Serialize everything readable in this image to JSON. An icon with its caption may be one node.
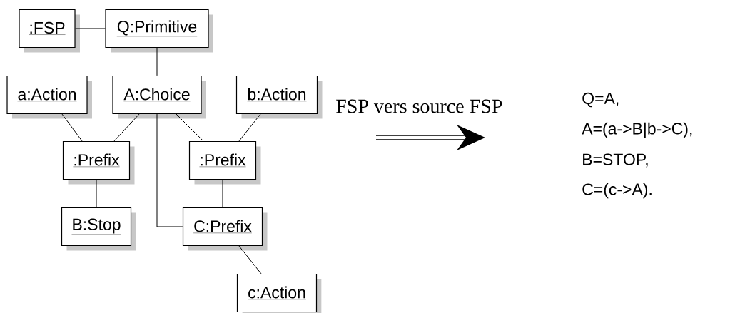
{
  "diagram": {
    "nodes": [
      {
        "text": [
          ":FSP"
        ]
      },
      {
        "text": [
          "Q:Primitive"
        ]
      },
      {
        "text": [
          "a:Action"
        ]
      },
      {
        "text": [
          "A:Choice"
        ]
      },
      {
        "text": [
          "b:Action"
        ]
      },
      {
        "text": [
          ":Prefix"
        ]
      },
      {
        "text": [
          ":Prefix"
        ]
      },
      {
        "text": [
          "B:Stop"
        ]
      },
      {
        "text": [
          "C:Prefix"
        ]
      },
      {
        "text": [
          "c:Action"
        ]
      }
    ],
    "edges": [
      {
        "from": 0,
        "to": 1,
        "arrow": "none"
      },
      {
        "from": 1,
        "to": 3,
        "arrow": "none"
      },
      {
        "from": 2,
        "to": 5,
        "arrow": "none"
      },
      {
        "from": 3,
        "to": 5,
        "arrow": "none"
      },
      {
        "from": 3,
        "to": 6,
        "arrow": "none"
      },
      {
        "from": 4,
        "to": 6,
        "arrow": "none"
      },
      {
        "from": 5,
        "to": 7,
        "arrow": "none"
      },
      {
        "from": 6,
        "to": 8,
        "arrow": "none"
      },
      {
        "from": 3,
        "to": 8,
        "arrow": "none"
      },
      {
        "from": 8,
        "to": 9,
        "arrow": "none"
      }
    ],
    "labels": [
      "FSP vers source FSP",
      "Q=A,",
      "A=(a->B|b->C),",
      "B=STOP,",
      "C=(c->A)."
    ]
  }
}
